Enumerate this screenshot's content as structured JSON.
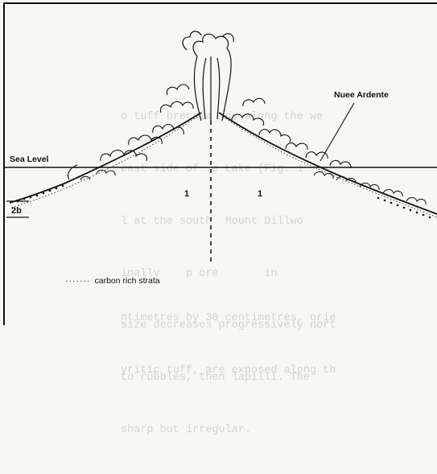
{
  "figure": {
    "labels": {
      "nuee_ardente": "Nuee Ardente",
      "sea_level": "Sea Level",
      "unit_1_left": "1",
      "unit_1_right": "1",
      "unit_2b": "2b"
    },
    "legend": {
      "symbol": "·······",
      "text": "carbon rich strata"
    }
  },
  "background_text": {
    "upper_lines": [
      "o tuff breccia  ds along the we",
      "east side of  e Lake (Fig. 1",
      "l at the south  Mount Dillwo",
      "inally    p ore       in",
      "size decreases progressively nort",
      "to rubbles, then lapilli. The",
      "sharp but irregular."
    ],
    "lower_lines": [
      "ntimetres by 30 centimetres, orie",
      "yritic tuff, are exposed along th"
    ]
  }
}
